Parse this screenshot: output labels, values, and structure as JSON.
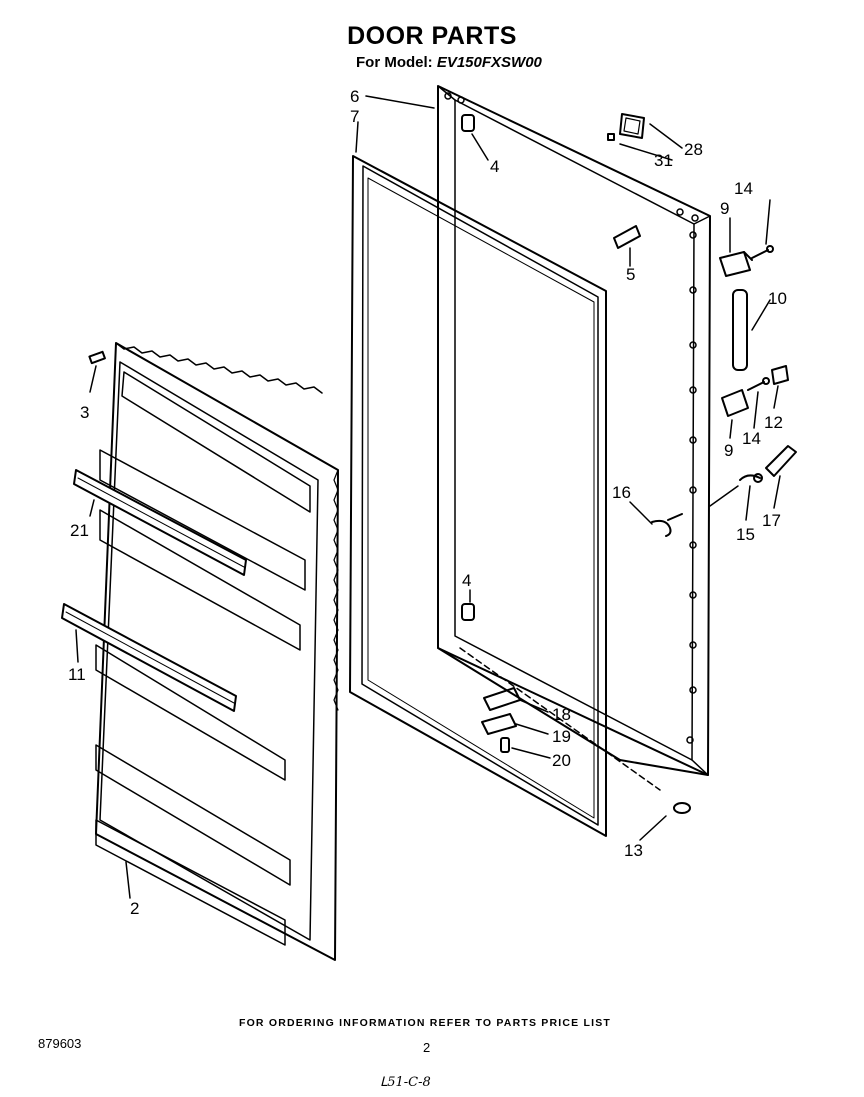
{
  "header": {
    "title": "DOOR PARTS",
    "model_prefix": "For Model:",
    "model_number": "EV150FXSW00"
  },
  "parts": {
    "part_2": "2",
    "part_3": "3",
    "part_4_top": "4",
    "part_4_bottom": "4",
    "part_5": "5",
    "part_6": "6",
    "part_7": "7",
    "part_9_top": "9",
    "part_9_bottom": "9",
    "part_10": "10",
    "part_11": "11",
    "part_12": "12",
    "part_13": "13",
    "part_14_top": "14",
    "part_14_bottom": "14",
    "part_15": "15",
    "part_16": "16",
    "part_17": "17",
    "part_18": "18",
    "part_19": "19",
    "part_20": "20",
    "part_21": "21",
    "part_28": "28",
    "part_31": "31"
  },
  "footer": {
    "ordering_note": "FOR ORDERING INFORMATION REFER TO PARTS PRICE LIST",
    "document_number": "879603",
    "page_number": "2",
    "handwritten_note": "ᒪ51-C-8"
  }
}
